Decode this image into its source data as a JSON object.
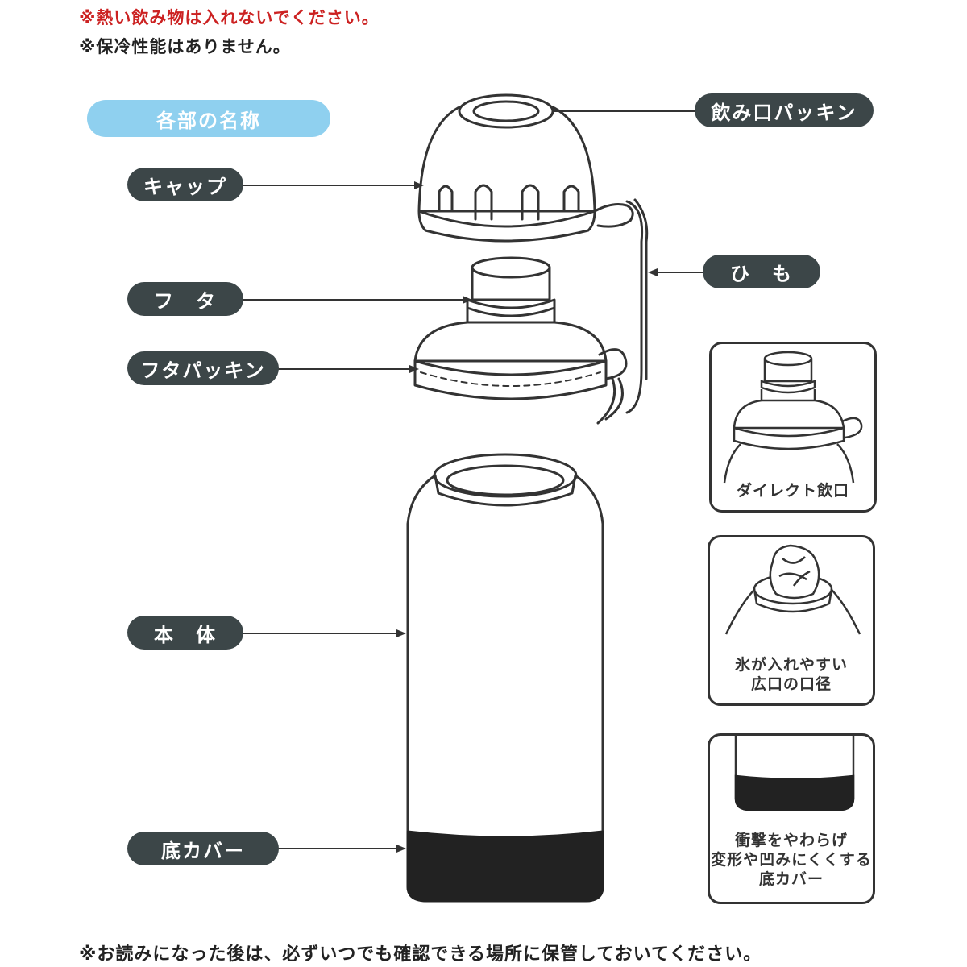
{
  "notes": {
    "hot_warning": "※熱い飲み物は入れないでください。",
    "no_cold": "※保冷性能はありません。",
    "keep_manual": "※お読みになった後は、必ずいつでも確認できる場所に保管しておいてください。"
  },
  "section_title": "各部の名称",
  "parts": {
    "mouth_packing": "飲み口パッキン",
    "cap": "キャップ",
    "string": "ひ　も",
    "lid": "フ　タ",
    "lid_packing": "フタパッキン",
    "body": "本　体",
    "bottom_cover": "底カバー"
  },
  "features": {
    "direct_mouth": [
      "ダイレクト飲口"
    ],
    "wide_mouth": [
      "氷が入れやすい",
      "広口の口径"
    ],
    "bottom_cover": [
      "衝撃をやわらげ",
      "変形や凹みにくくする",
      "底カバー"
    ]
  },
  "colors": {
    "accent_blue": "#8fd0ef",
    "label_bg": "#3c4648",
    "warning_red": "#cc2222"
  }
}
